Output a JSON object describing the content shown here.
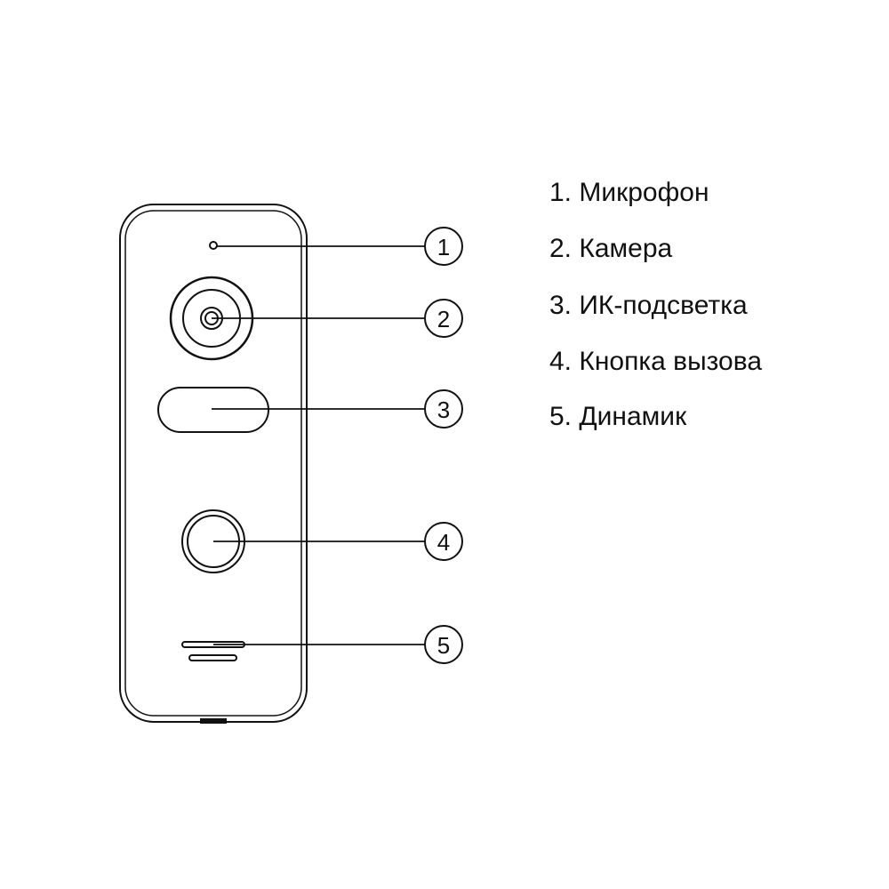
{
  "callouts": [
    "1",
    "2",
    "3",
    "4",
    "5"
  ],
  "legend": [
    "1. Микрофон",
    "2. Камера",
    "3. ИК-подсветка",
    "4. Кнопка вызова",
    "5. Динамик"
  ],
  "colors": {
    "line": "#111111",
    "background": "#ffffff"
  }
}
